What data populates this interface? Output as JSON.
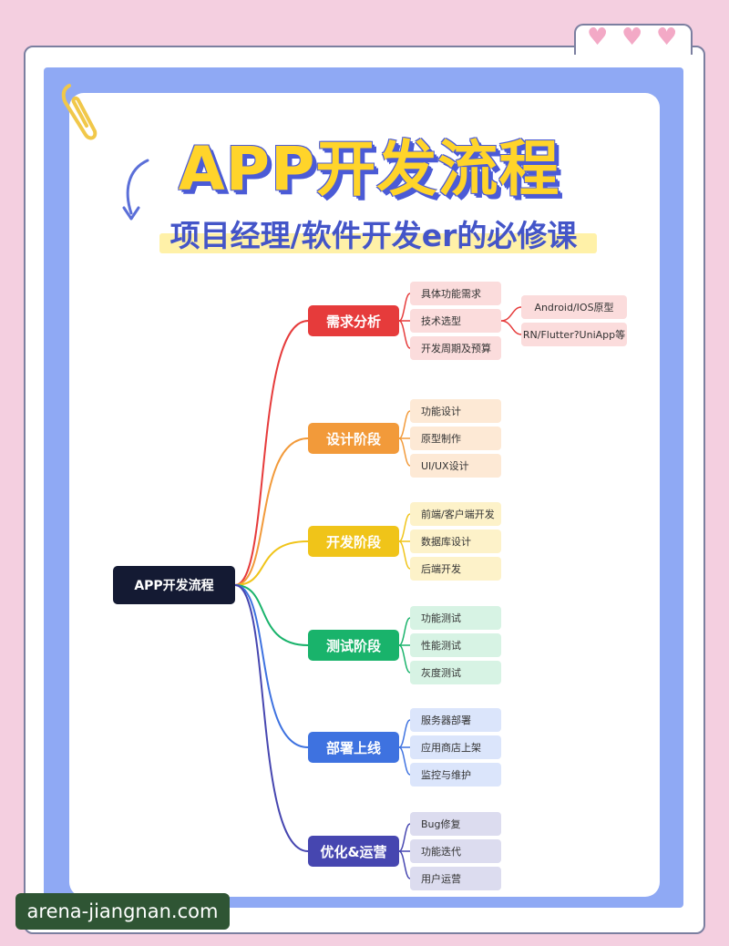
{
  "header": {
    "title": "APP开发流程",
    "subtitle": "项目经理/软件开发er的必修课"
  },
  "root": {
    "label": "APP开发流程",
    "color": "#141a33"
  },
  "stages": [
    {
      "label": "需求分析",
      "color": "#e63b3b",
      "leaf_bg": "#fbdcdc",
      "items": [
        "具体功能需求",
        "技术选型",
        "开发周期及预算"
      ],
      "sub": {
        "parent": 1,
        "items": [
          "Android/IOS原型",
          "RN/Flutter?UniApp等"
        ]
      }
    },
    {
      "label": "设计阶段",
      "color": "#f29a3a",
      "leaf_bg": "#fde9d5",
      "items": [
        "功能设计",
        "原型制作",
        "UI/UX设计"
      ]
    },
    {
      "label": "开发阶段",
      "color": "#f0c419",
      "leaf_bg": "#fdf2c9",
      "items": [
        "前端/客户端开发",
        "数据库设计",
        "后端开发"
      ]
    },
    {
      "label": "测试阶段",
      "color": "#19b36b",
      "leaf_bg": "#d7f3e4",
      "items": [
        "功能测试",
        "性能测试",
        "灰度测试"
      ]
    },
    {
      "label": "部署上线",
      "color": "#3e72e0",
      "leaf_bg": "#dbe5fb",
      "items": [
        "服务器部署",
        "应用商店上架",
        "监控与维护"
      ]
    },
    {
      "label": "优化&运营",
      "color": "#4646b0",
      "leaf_bg": "#dcdcef",
      "items": [
        "Bug修复",
        "功能迭代",
        "用户运营"
      ]
    }
  ],
  "watermark": "arena-jiangnan.com",
  "decor": {
    "hearts": [
      "♥",
      "♥",
      "♥"
    ]
  }
}
